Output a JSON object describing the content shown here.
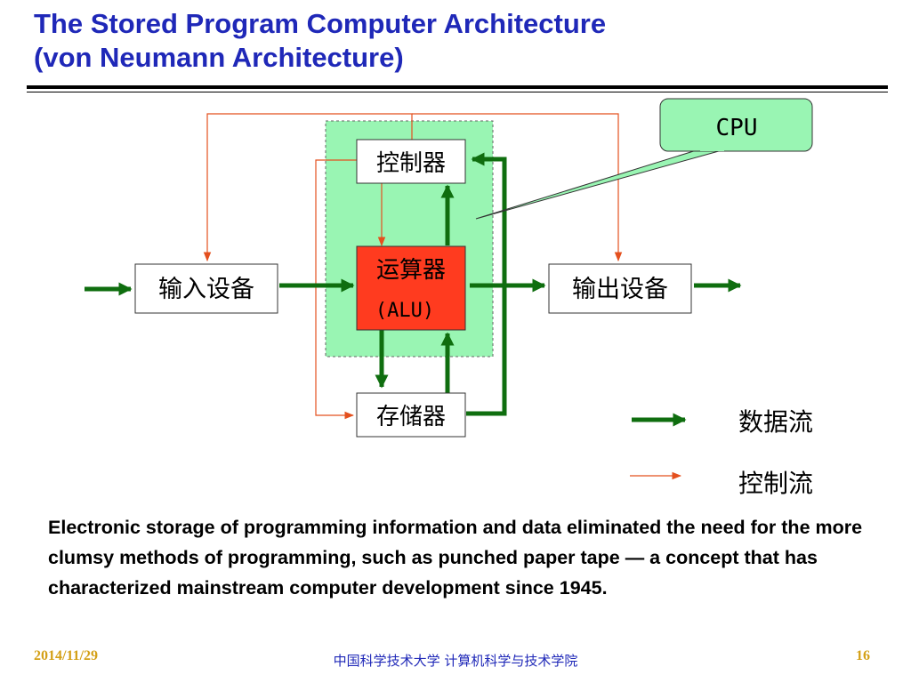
{
  "slide": {
    "title_line1": "The Stored Program Computer Architecture",
    "title_line2": "(von Neumann  Architecture)",
    "description": "Electronic storage of programming information and data eliminated the need for the more clumsy methods of programming, such as punched paper tape — a concept that has characterized mainstream computer development since 1945."
  },
  "diagram": {
    "cpu_label": "CPU",
    "controller": "控制器",
    "alu_line1": "运算器",
    "alu_line2": "(ALU)",
    "input_device": "输入设备",
    "output_device": "输出设备",
    "memory": "存储器",
    "legend": {
      "data_flow": "数据流",
      "control_flow": "控制流"
    }
  },
  "colors": {
    "title": "#1f28b8",
    "data_flow": "#0f6e0f",
    "control_flow": "#e4501e",
    "alu_fill": "#ff3b1f",
    "cpu_region": "#99f5b3",
    "footer_accent": "#d4a017"
  },
  "footer": {
    "date": "2014/11/29",
    "institution": "中国科学技术大学  计算机科学与技术学院",
    "page": "16"
  }
}
